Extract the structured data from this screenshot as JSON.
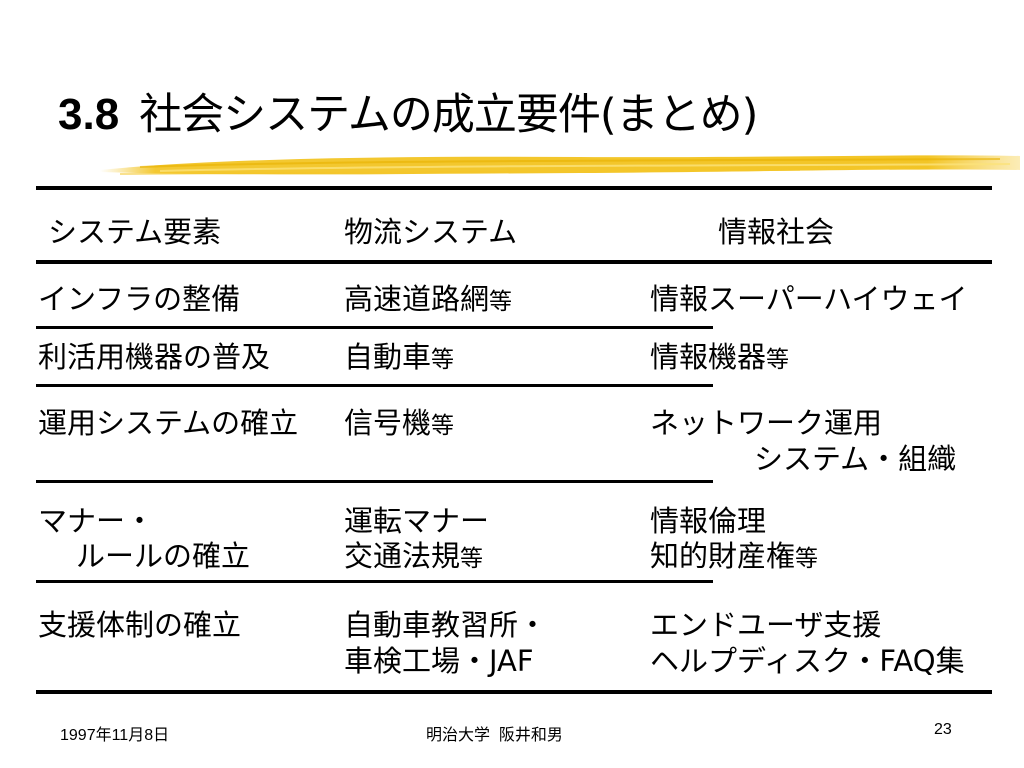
{
  "slide": {
    "title_number": "3.8",
    "title_text": "社会システムの成立要件(まとめ)"
  },
  "table": {
    "headers": [
      "システム要素",
      "物流システム",
      "情報社会"
    ],
    "rows": [
      {
        "element": [
          "インフラの整備"
        ],
        "logistics": [
          {
            "text": "高速道路網",
            "suffix": "等"
          }
        ],
        "info": [
          {
            "text": "情報スーパーハイウェイ",
            "suffix": ""
          }
        ]
      },
      {
        "element": [
          "利活用機器の普及"
        ],
        "logistics": [
          {
            "text": "自動車",
            "suffix": "等"
          }
        ],
        "info": [
          {
            "text": "情報機器",
            "suffix": "等"
          }
        ]
      },
      {
        "element": [
          "運用システムの確立"
        ],
        "logistics": [
          {
            "text": "信号機",
            "suffix": "等"
          }
        ],
        "info": [
          {
            "text": "ネットワーク運用",
            "suffix": ""
          },
          {
            "text": "システム・組織",
            "suffix": ""
          }
        ]
      },
      {
        "element": [
          "マナー・",
          "ルールの確立"
        ],
        "logistics": [
          {
            "text": "運転マナー",
            "suffix": ""
          },
          {
            "text": "交通法規",
            "suffix": "等"
          }
        ],
        "info": [
          {
            "text": "情報倫理",
            "suffix": ""
          },
          {
            "text": "知的財産権",
            "suffix": "等"
          }
        ]
      },
      {
        "element": [
          "支援体制の確立"
        ],
        "logistics": [
          {
            "text": "自動車教習所・",
            "suffix": ""
          },
          {
            "text": "車検工場・JAF",
            "suffix": ""
          }
        ],
        "info": [
          {
            "text": "エンドユーザ支援",
            "suffix": ""
          },
          {
            "text": "ヘルプディスク・FAQ集",
            "suffix": ""
          }
        ]
      }
    ]
  },
  "footer": {
    "date": "1997年11月8日",
    "author": "明治大学  阪井和男",
    "page_number": "23"
  },
  "colors": {
    "brush_stroke": "#f2c21b",
    "rule": "#000000"
  }
}
